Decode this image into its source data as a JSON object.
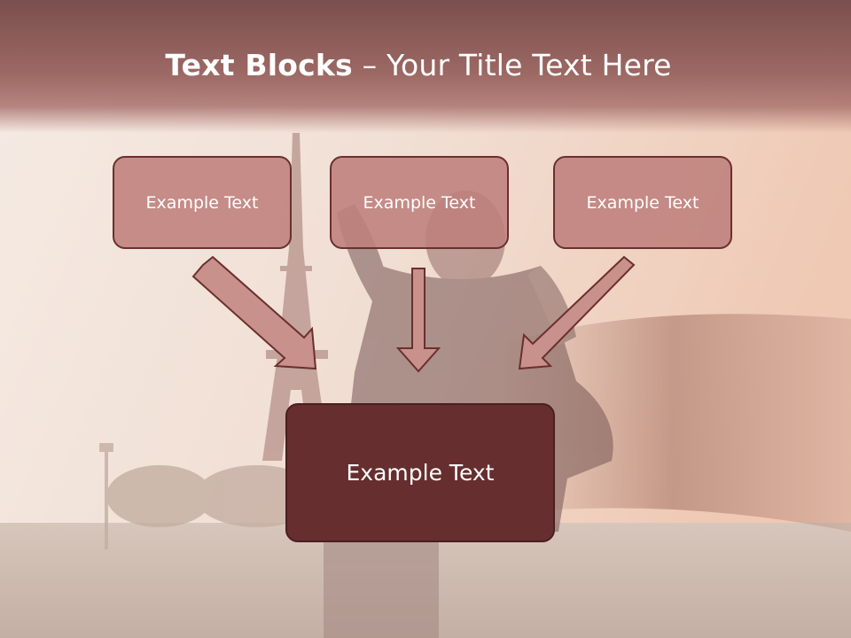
{
  "slide": {
    "title_bold": "Text Blocks",
    "title_rest": " – Your Title Text Here"
  },
  "blocks": {
    "top": [
      {
        "label": "Example Text"
      },
      {
        "label": "Example Text"
      },
      {
        "label": "Example Text"
      }
    ],
    "main": {
      "label": "Example Text"
    }
  },
  "colors": {
    "title_band": "#9c6864",
    "box_fill": "#be807c",
    "box_border": "#6b2f2f",
    "main_box_fill": "#662e2f",
    "arrow_fill": "#c8918b"
  }
}
